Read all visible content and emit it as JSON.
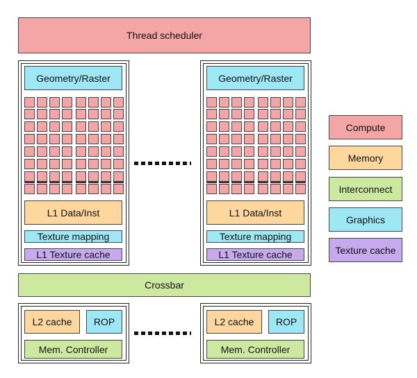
{
  "scheduler": {
    "label": "Thread scheduler"
  },
  "sm": {
    "geometry_label": "Geometry/Raster",
    "l1_label": "L1 Data/Inst",
    "texture_mapping_label": "Texture mapping",
    "l1_texture_label": "L1 Texture cache"
  },
  "crossbar": {
    "label": "Crossbar"
  },
  "partition": {
    "l2_label": "L2 cache",
    "rop_label": "ROP",
    "mem_controller_label": "Mem. Controller"
  },
  "legend": {
    "compute": "Compute",
    "memory": "Memory",
    "interconnect": "Interconnect",
    "graphics": "Graphics",
    "texture_cache": "Texture cache"
  },
  "colors": {
    "compute": "#f4a6a6",
    "memory": "#fdd79e",
    "interconnect": "#cde9a0",
    "graphics": "#9ee7f4",
    "texture_cache": "#c7aaee"
  }
}
